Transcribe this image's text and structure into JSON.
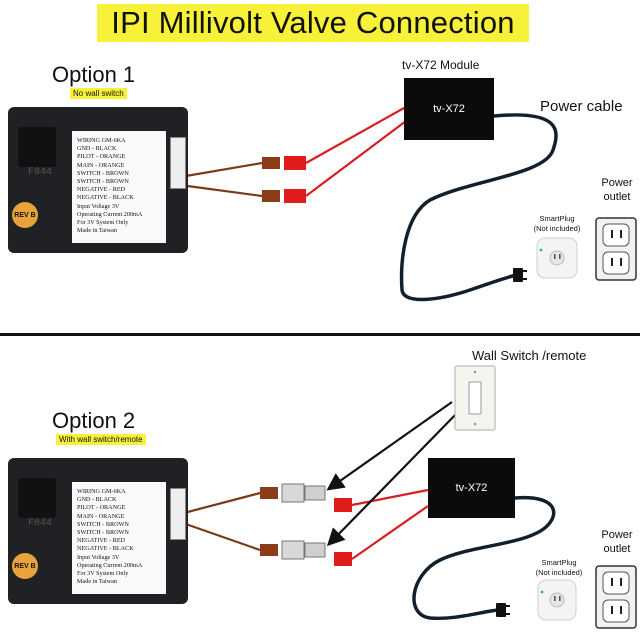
{
  "title": "IPI Millivolt Valve Connection",
  "colors": {
    "highlight": "#f7f13a",
    "wire_red": "#d61f1f",
    "wire_brown": "#7a3a1a",
    "cable_dark": "#13202b",
    "module": "#0b0b0b"
  },
  "option1": {
    "title": "Option  1",
    "note": "No wall switch",
    "module_caption": "tv-X72 Module",
    "module_label": "tv-X72",
    "cable_label": "Power cable",
    "outlet_label": "Power\noutlet",
    "plug_label": "SmartPlug\n(Not included)"
  },
  "option2": {
    "title": "Option  2",
    "note": "With  wall switch/remote",
    "switch_label": "Wall Switch /remote",
    "module_label": "tv-X72",
    "outlet_label": "Power\noutlet",
    "plug_label": "SmartPlug\n(Not included)"
  },
  "valve_sticker": {
    "lines": [
      "WIRING GM-6KA",
      "GND - BLACK",
      "PILOT - ORANGE",
      "MAIN - ORANGE",
      "SWITCH - BROWN",
      "SWITCH - BROWN",
      "NEGATIVE - RED",
      "NEGATIVE - BLACK",
      "Input Voltage 3V",
      "Operating Current 200mA",
      "For 3V System Only",
      "Made in Taiwan"
    ],
    "rev": "REV B",
    "mark": "F844"
  }
}
